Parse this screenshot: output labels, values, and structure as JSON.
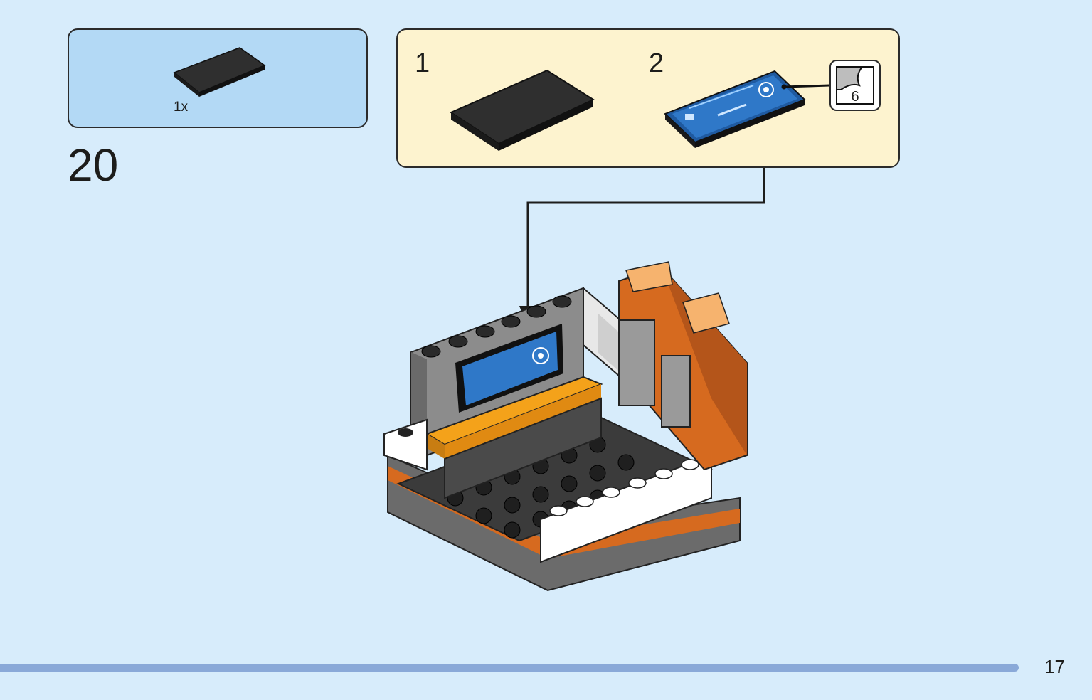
{
  "parts_list": {
    "count": "1x",
    "part": "black-tile-2x4-icon"
  },
  "step": {
    "number": "20"
  },
  "sub_assembly": {
    "steps": [
      {
        "number": "1",
        "part": "black-tile-2x4-icon"
      },
      {
        "number": "2",
        "part": "printed-screen-tile-icon"
      }
    ],
    "sticker_ref": "6"
  },
  "page": {
    "number": "17"
  },
  "colors": {
    "background": "#d7ecfb",
    "parts_box": "#b3d9f5",
    "sub_box": "#fdf3cf",
    "accent_orange": "#d66a1f",
    "bar": "#8aa9d8"
  }
}
